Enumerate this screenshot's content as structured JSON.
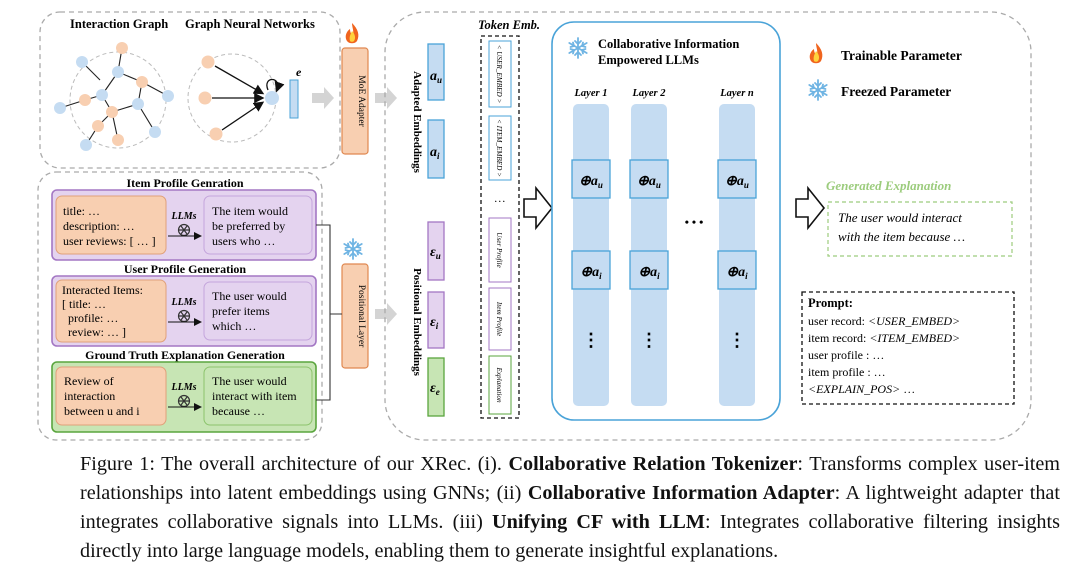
{
  "graph": {
    "interaction_graph_label": "Interaction Graph",
    "gnn_label": "Graph Neural Networks",
    "e_symbol": "e"
  },
  "adapters": {
    "moe_adapter": "MoE Adapter",
    "positional_layer": "Positional Layer"
  },
  "profiles": {
    "item": {
      "title": "Item Profile Genration",
      "input_lines": [
        "title: …",
        "description: …",
        "user reviews: [ … ]"
      ],
      "llm_label": "LLMs",
      "output_lines": [
        "The item would",
        "be preferred by",
        "users who …"
      ]
    },
    "user": {
      "title": "User Profile Generation",
      "input_lines": [
        "Interacted Items:",
        "[ title: …",
        "  profile: …",
        "  review: … ]"
      ],
      "llm_label": "LLMs",
      "output_lines": [
        "The user would",
        "prefer items",
        "which …"
      ]
    },
    "truth": {
      "title": "Ground Truth Explanation Generation",
      "input_lines": [
        "Review of",
        "interaction",
        "between u and i"
      ],
      "llm_label": "LLMs",
      "output_lines": [
        "The user would",
        "interact with item",
        "because …"
      ]
    }
  },
  "embeddings": {
    "adapted_label": "Adapted Embeddings",
    "positional_label": "Positional Embeddings",
    "a_u": "a",
    "a_u_sub": "u",
    "a_i": "a",
    "a_i_sub": "i",
    "eps_u": "ε",
    "eps_u_sub": "u",
    "eps_i": "ε",
    "eps_i_sub": "i",
    "eps_e": "ε",
    "eps_e_sub": "e"
  },
  "tokens": {
    "header": "Token Emb.",
    "items": [
      "< USER_EMBED >",
      "< ITEM_EMBED >",
      "…",
      "User Profile",
      "Item Profile",
      "Explanation"
    ]
  },
  "llm": {
    "title_line1": "Collaborative Information",
    "title_line2": "Empowered LLMs",
    "layers": [
      "Layer 1",
      "Layer 2",
      "Layer n"
    ],
    "cell_u": "⊕a",
    "cell_u_sub": "u",
    "cell_i": "⊕a",
    "cell_i_sub": "i",
    "dots": "⋮",
    "hdots": "• • •"
  },
  "legend": {
    "trainable": "Trainable Parameter",
    "freezed": "Freezed Parameter"
  },
  "output": {
    "generated_label": "Generated Explanation",
    "explanation_line1": "The user would interact",
    "explanation_line2": "with the item because …"
  },
  "prompt": {
    "title": "Prompt:",
    "lines": [
      {
        "plain": "user record: ",
        "italic": "<USER_EMBED>"
      },
      {
        "plain": "item record: ",
        "italic": "<ITEM_EMBED>"
      },
      {
        "plain": "user profile : …",
        "italic": ""
      },
      {
        "plain": "item profile : …",
        "italic": ""
      },
      {
        "plain": "",
        "italic": "<EXPLAIN_POS>",
        "tail": " …"
      }
    ]
  },
  "caption": {
    "p1": "Figure 1: The overall architecture of our XRec. (i). ",
    "b1": "Collaborative Relation Tokenizer",
    "p2": ": Transforms complex user-item relationships into latent embeddings using GNNs; (ii) ",
    "b2": "Collaborative Information Adapter",
    "p3": ": A lightweight adapter that integrates collaborative signals into LLMs. (iii) ",
    "b3": "Unifying CF with LLM",
    "p4": ": Integrates collaborative filtering insights directly into large language models, enabling them to generate insightful explanations."
  },
  "colors": {
    "blue_fill": "#c5dcf2",
    "blue_stroke": "#4aa3d8",
    "peach_fill": "#f8cfb1",
    "peach_stroke": "#e08850",
    "purple_fill": "#e4d3ef",
    "purple_stroke": "#a377c4",
    "green_fill": "#c7e5b4",
    "green_stroke": "#5aa53e",
    "gen_green": "#9ccc7d"
  }
}
